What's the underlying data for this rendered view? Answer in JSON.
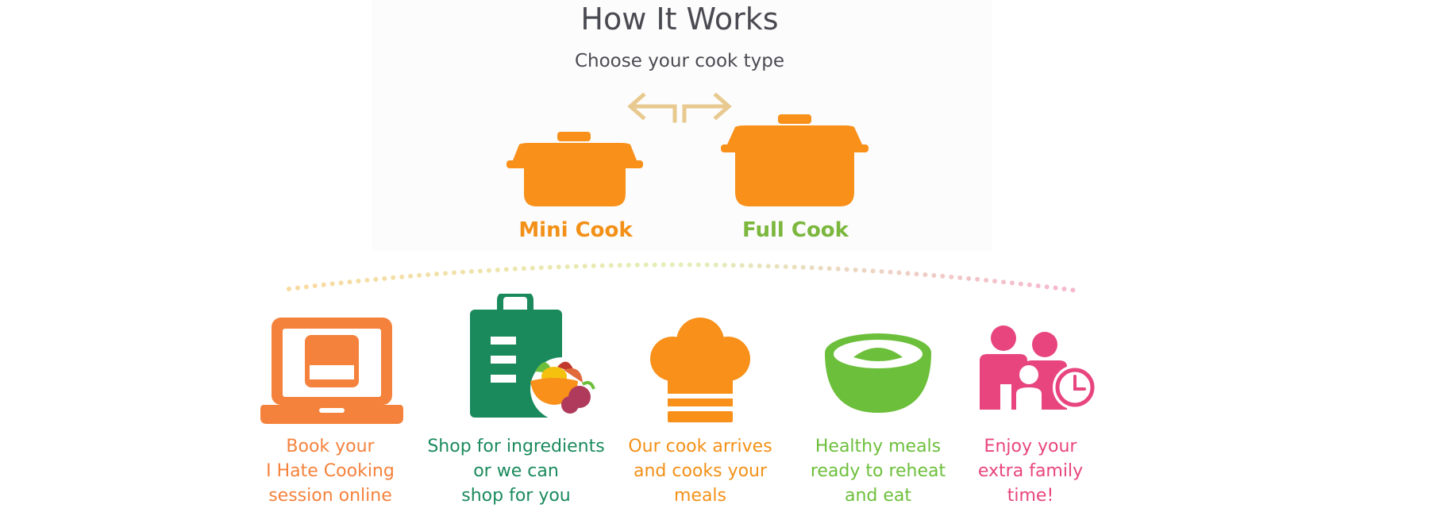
{
  "header": {
    "title": "How It Works",
    "subtitle": "Choose your cook type"
  },
  "cook_types": [
    {
      "label": "Mini Cook",
      "color": "#f39017",
      "icon": "pot-icon"
    },
    {
      "label": "Full Cook",
      "color": "#7bb63d",
      "icon": "pot-icon"
    }
  ],
  "steps": [
    {
      "text": "Book your\nI Hate Cooking\nsession online",
      "color": "#f5823c",
      "icon": "laptop-icon"
    },
    {
      "text": "Shop for ingredients\nor we can\nshop for you",
      "color": "#1a8a5c",
      "icon": "clipboard-grocery-icon"
    },
    {
      "text": "Our cook arrives\nand cooks your\nmeals",
      "color": "#f39017",
      "icon": "chef-hat-icon"
    },
    {
      "text": "Healthy meals\nready to reheat\nand eat",
      "color": "#6cbf3a",
      "icon": "bowl-icon"
    },
    {
      "text": "Enjoy your\nextra family\ntime!",
      "color": "#e8457e",
      "icon": "family-clock-icon"
    }
  ],
  "colors": {
    "arrow": "#e8c98f",
    "pot": "#f8901a"
  }
}
